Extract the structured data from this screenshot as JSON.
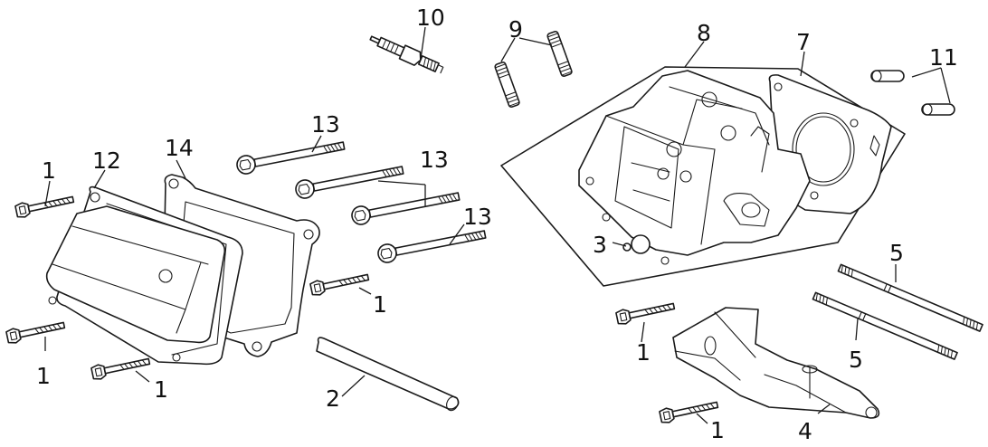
{
  "title": "Cylinder head exploded parts diagram",
  "colors": {
    "line": "#1a1a1a",
    "background": "#ffffff"
  },
  "callouts": [
    {
      "id": "c1a",
      "number": "1",
      "part": "flange bolt (upper left)"
    },
    {
      "id": "c1b",
      "number": "1",
      "part": "flange bolt (lower left)"
    },
    {
      "id": "c1c",
      "number": "1",
      "part": "flange bolt (bottom)"
    },
    {
      "id": "c1d",
      "number": "1",
      "part": "flange bolt (center)"
    },
    {
      "id": "c1e",
      "number": "1",
      "part": "flange bolt (right)"
    },
    {
      "id": "c1f",
      "number": "1",
      "part": "flange bolt (bottom right)"
    },
    {
      "id": "c2",
      "number": "2",
      "part": "push rod"
    },
    {
      "id": "c3",
      "number": "3",
      "part": "breather valve"
    },
    {
      "id": "c4",
      "number": "4",
      "part": "deflector plate"
    },
    {
      "id": "c5a",
      "number": "5",
      "part": "stud bolt (upper)"
    },
    {
      "id": "c5b",
      "number": "5",
      "part": "stud bolt (lower)"
    },
    {
      "id": "c7",
      "number": "7",
      "part": "head gasket"
    },
    {
      "id": "c8",
      "number": "8",
      "part": "cylinder head assembly"
    },
    {
      "id": "c9",
      "number": "9",
      "part": "stud bolts"
    },
    {
      "id": "c10",
      "number": "10",
      "part": "spark plug"
    },
    {
      "id": "c11",
      "number": "11",
      "part": "dowel pins"
    },
    {
      "id": "c12",
      "number": "12",
      "part": "valve cover"
    },
    {
      "id": "c13a",
      "number": "13",
      "part": "head bolt (top)"
    },
    {
      "id": "c13b",
      "number": "13",
      "part": "head bolts (middle pair)"
    },
    {
      "id": "c13c",
      "number": "13",
      "part": "head bolt (bottom)"
    },
    {
      "id": "c14",
      "number": "14",
      "part": "valve cover gasket"
    }
  ]
}
